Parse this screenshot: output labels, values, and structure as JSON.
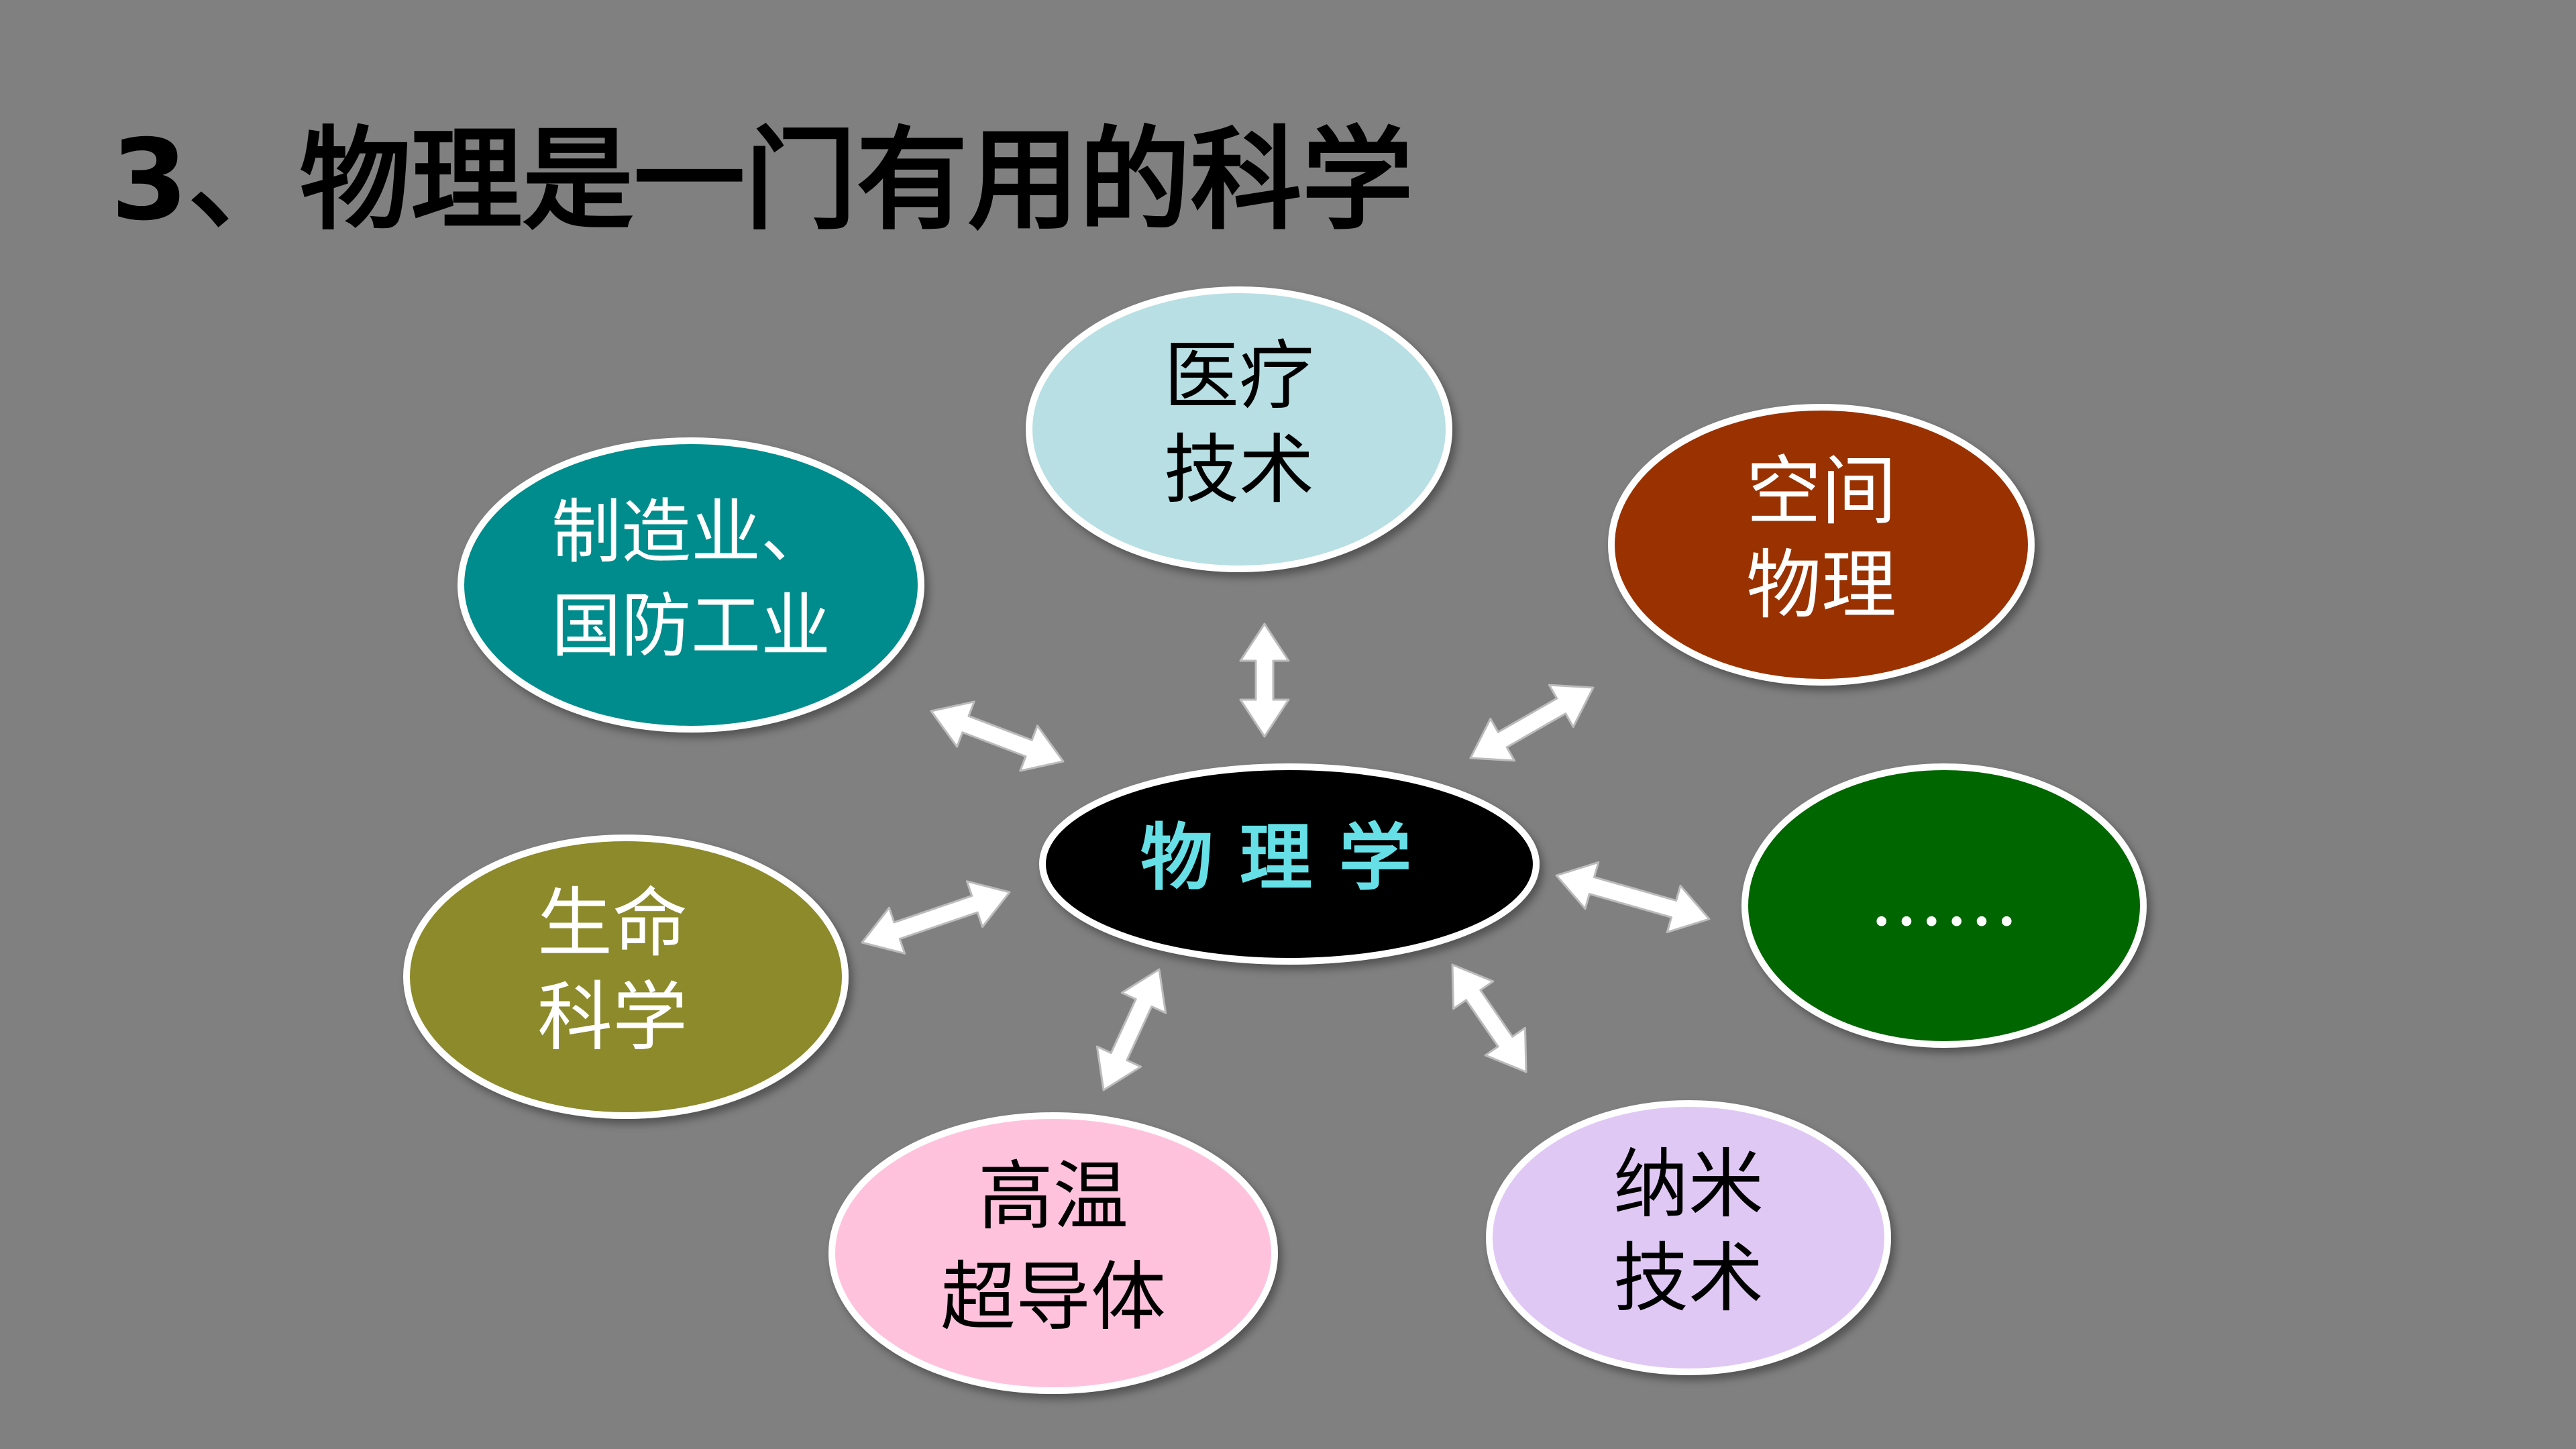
{
  "title": "3、物理是一门有用的科学",
  "hub": {
    "label": "物理学",
    "fill": "#000000",
    "text_color": "#66E0E6"
  },
  "nodes": [
    {
      "key": "medical",
      "lines": [
        "医疗",
        "技术"
      ],
      "fill": "#B8DFE3",
      "text_color": "#000000"
    },
    {
      "key": "space",
      "lines": [
        "空间",
        "物理"
      ],
      "fill": "#993300",
      "text_color": "#FFFFFF"
    },
    {
      "key": "more",
      "lines": [
        "……"
      ],
      "fill": "#006600",
      "text_color": "#FFFFFF"
    },
    {
      "key": "nano",
      "lines": [
        "纳米",
        "技术"
      ],
      "fill": "#E0C8F5",
      "text_color": "#000000"
    },
    {
      "key": "superconductor",
      "lines": [
        "高温",
        "超导体"
      ],
      "fill": "#FFC2DD",
      "text_color": "#000000"
    },
    {
      "key": "life-science",
      "lines": [
        "生命",
        "科学"
      ],
      "fill": "#8C8A2A",
      "text_color": "#FFFFFF"
    },
    {
      "key": "manufacturing",
      "lines": [
        "制造业、",
        "国防工业"
      ],
      "fill": "#008C8C",
      "text_color": "#FFFFFF"
    }
  ],
  "colors": {
    "background": "#808080",
    "node_border": "#FFFFFF",
    "arrow_fill": "#FFFFFF"
  }
}
